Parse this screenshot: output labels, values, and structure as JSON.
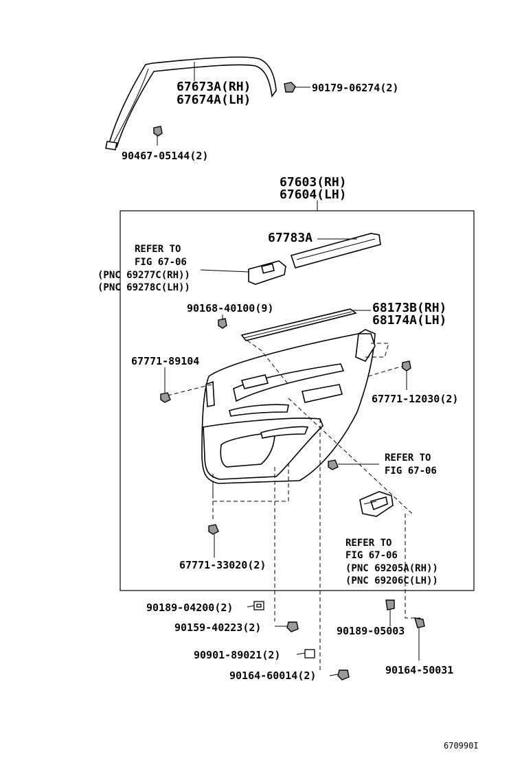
{
  "diagram": {
    "figure_id": "670990I",
    "labels": {
      "molding_rh": "67673A(RH)",
      "molding_lh": "67674A(LH)",
      "clip_90179": "90179-06274(2)",
      "clip_90467": "90467-05144(2)",
      "panel_rh": "67603(RH)",
      "panel_lh": "67604(LH)",
      "armrest_cover": "67783A",
      "refer_a_1": "REFER TO",
      "refer_a_2": "FIG 67-06",
      "refer_a_3": "(PNC 69277C(RH))",
      "refer_a_4": "(PNC 69278C(LH))",
      "screw_90168": "90168-40100(9)",
      "weatherstrip_rh": "68173B(RH)",
      "weatherstrip_lh": "68174A(LH)",
      "clip_67771_89104": "67771-89104",
      "clip_67771_12030": "67771-12030(2)",
      "refer_b_1": "REFER TO",
      "refer_b_2": "FIG 67-06",
      "refer_c_1": "REFER TO",
      "refer_c_2": "FIG 67-06",
      "refer_c_3": "(PNC 69205A(RH))",
      "refer_c_4": "(PNC 69206C(LH))",
      "clip_67771_33020": "67771-33020(2)",
      "nut_90189_04200": "90189-04200(2)",
      "screw_90159": "90159-40223(2)",
      "clip_90189_05003": "90189-05003",
      "clip_90901": "90901-89021(2)",
      "screw_90164_60014": "90164-60014(2)",
      "screw_90164_50031": "90164-50031"
    }
  }
}
